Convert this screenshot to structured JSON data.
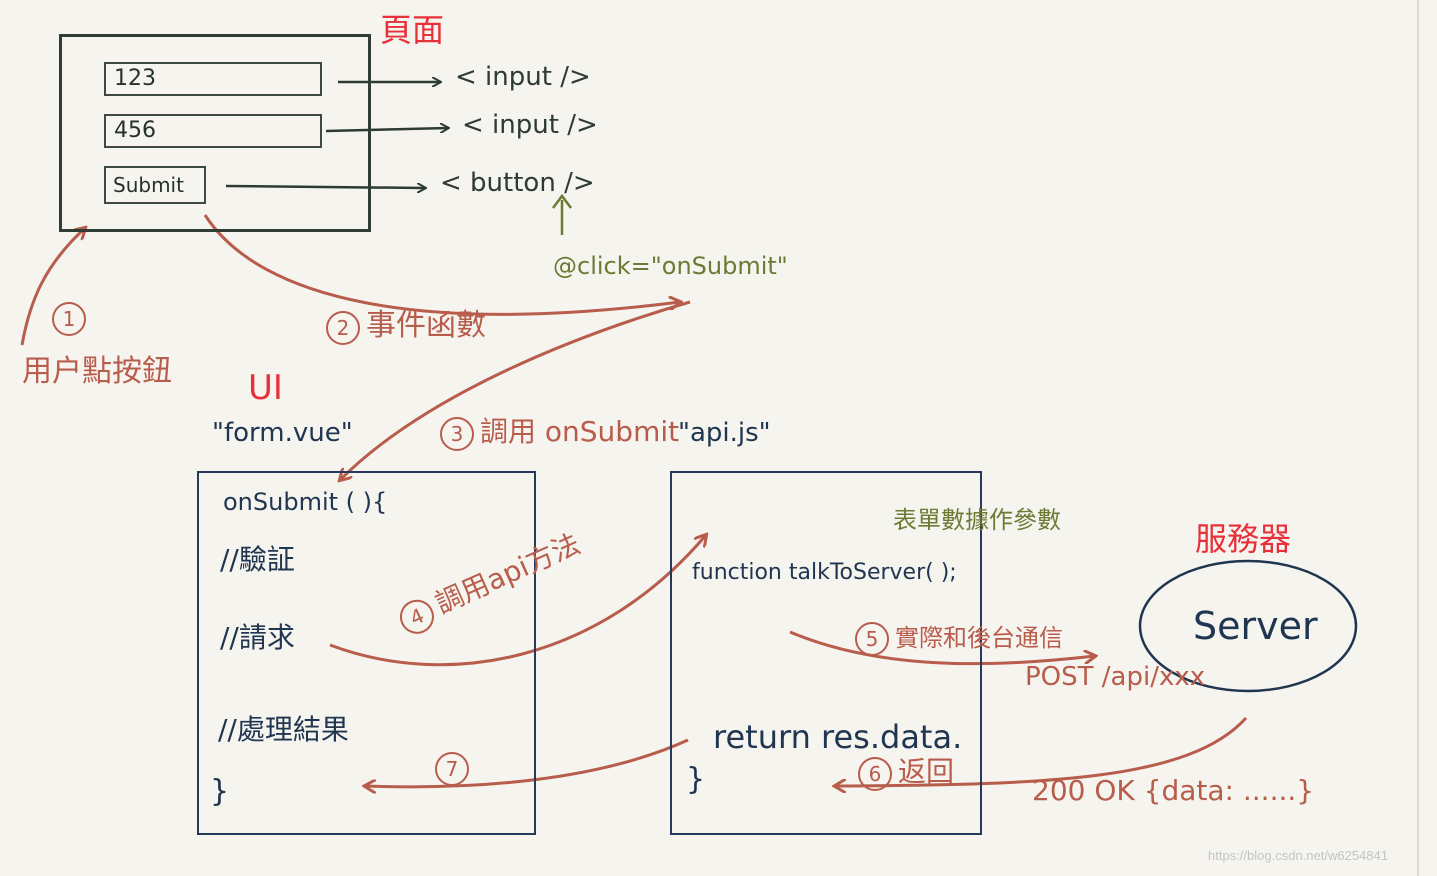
{
  "colors": {
    "background": "#f6f4ef",
    "ink_blue": "#1f3550",
    "ink_dark": "#2d3b33",
    "red": "#e8303b",
    "brown_red": "#b85c4c",
    "olive": "#6c7a33"
  },
  "page": {
    "title": "頁面",
    "fields": [
      "123",
      "456"
    ],
    "submit_label": "Submit",
    "tags": [
      "< input />",
      "< input />",
      "< button />"
    ],
    "click_binding": "@click=\"onSubmit\""
  },
  "steps": {
    "s1_num": "1",
    "s1_label": "用户點按鈕",
    "s2_num": "2",
    "s2_label": "事件函數",
    "s3_num": "3",
    "s3_label": "調用 onSubmit",
    "s4_num": "4",
    "s4_label": "調用api方法",
    "s5_num": "5",
    "s5_label": "實際和後台通信",
    "s6_num": "6",
    "s6_label": "返回",
    "s7_num": "7"
  },
  "ui": {
    "heading": "UI",
    "filename": "\"form.vue\"",
    "code": [
      "onSubmit (   ){",
      "//驗証",
      "//請求",
      "//處理結果",
      "}"
    ]
  },
  "api": {
    "filename": "\"api.js\"",
    "note": "表單數據作參數",
    "code": [
      "function  talkToServer(  );",
      "return  res.data.",
      "}"
    ]
  },
  "server": {
    "title": "服務器",
    "label": "Server",
    "request": "POST /api/xxx",
    "response": "200 OK   {data: ......}"
  },
  "watermark": "https://blog.csdn.net/w6254841"
}
